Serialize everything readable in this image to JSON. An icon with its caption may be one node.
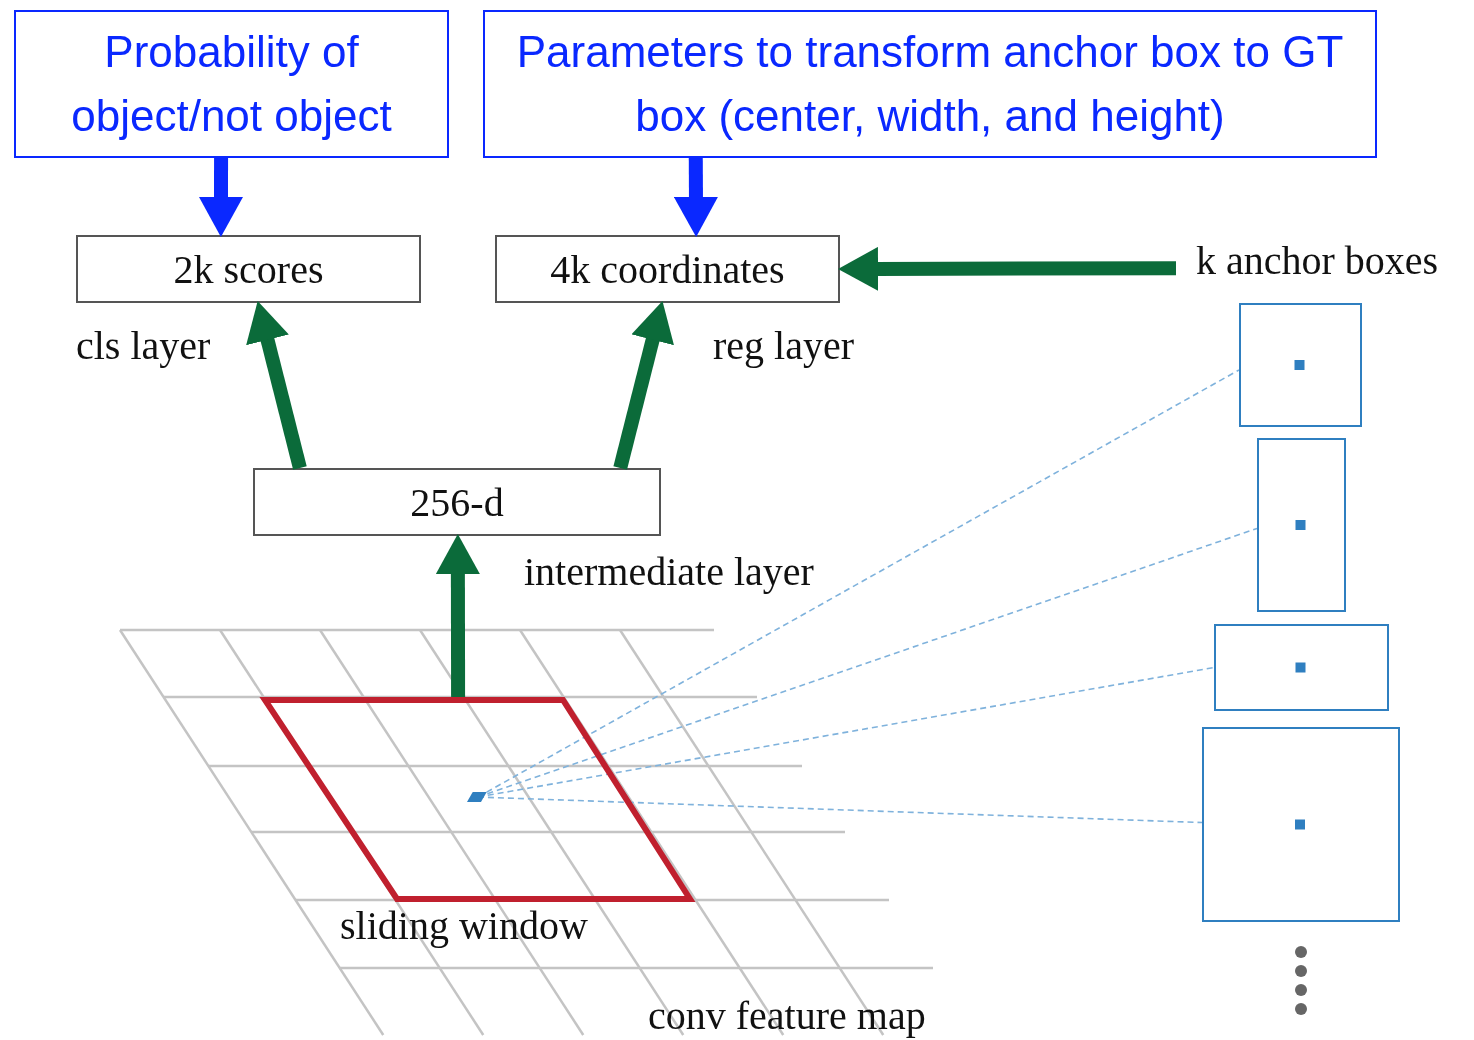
{
  "diagram": {
    "nodes": [
      {
        "text": [
          "Probability of object/not object"
        ]
      },
      {
        "text": [
          "Parameters to transform anchor box to GT box (center, width, and height)"
        ]
      },
      {
        "text": [
          "2k scores"
        ],
        "beside": [
          "cls layer"
        ]
      },
      {
        "text": [
          "4k coordinates"
        ],
        "beside": [
          "reg layer"
        ]
      },
      {
        "text": [
          "256-d"
        ],
        "beside": [
          "intermediate layer"
        ]
      },
      {
        "text": [],
        "shape": "box",
        "beside": [
          "sliding window"
        ]
      },
      {
        "text": [
          "k anchor boxes"
        ]
      },
      {
        "text": [],
        "shape": "box"
      },
      {
        "text": [],
        "shape": "box"
      },
      {
        "text": [],
        "shape": "box"
      },
      {
        "text": [],
        "shape": "box"
      }
    ],
    "edges": [
      {
        "from": 0,
        "to": 2,
        "arrow": "to",
        "color": "#0a28ff"
      },
      {
        "from": 1,
        "to": 3,
        "arrow": "to",
        "color": "#0a28ff"
      },
      {
        "from": 4,
        "to": 2,
        "arrow": "to",
        "color": "#0b6b3a"
      },
      {
        "from": 4,
        "to": 3,
        "arrow": "to",
        "color": "#0b6b3a"
      },
      {
        "from": 5,
        "to": 4,
        "arrow": "to",
        "color": "#0b6b3a"
      },
      {
        "from": 6,
        "to": 3,
        "arrow": "to",
        "color": "#0b6b3a"
      },
      {
        "from": 5,
        "to": 7,
        "arrow": "none",
        "style": "dashed",
        "color": "#7fb2dc"
      },
      {
        "from": 5,
        "to": 8,
        "arrow": "none",
        "style": "dashed",
        "color": "#7fb2dc"
      },
      {
        "from": 5,
        "to": 9,
        "arrow": "none",
        "style": "dashed",
        "color": "#7fb2dc"
      },
      {
        "from": 5,
        "to": 10,
        "arrow": "none",
        "style": "dashed",
        "color": "#7fb2dc"
      }
    ],
    "labels": [
      "conv feature map"
    ]
  }
}
